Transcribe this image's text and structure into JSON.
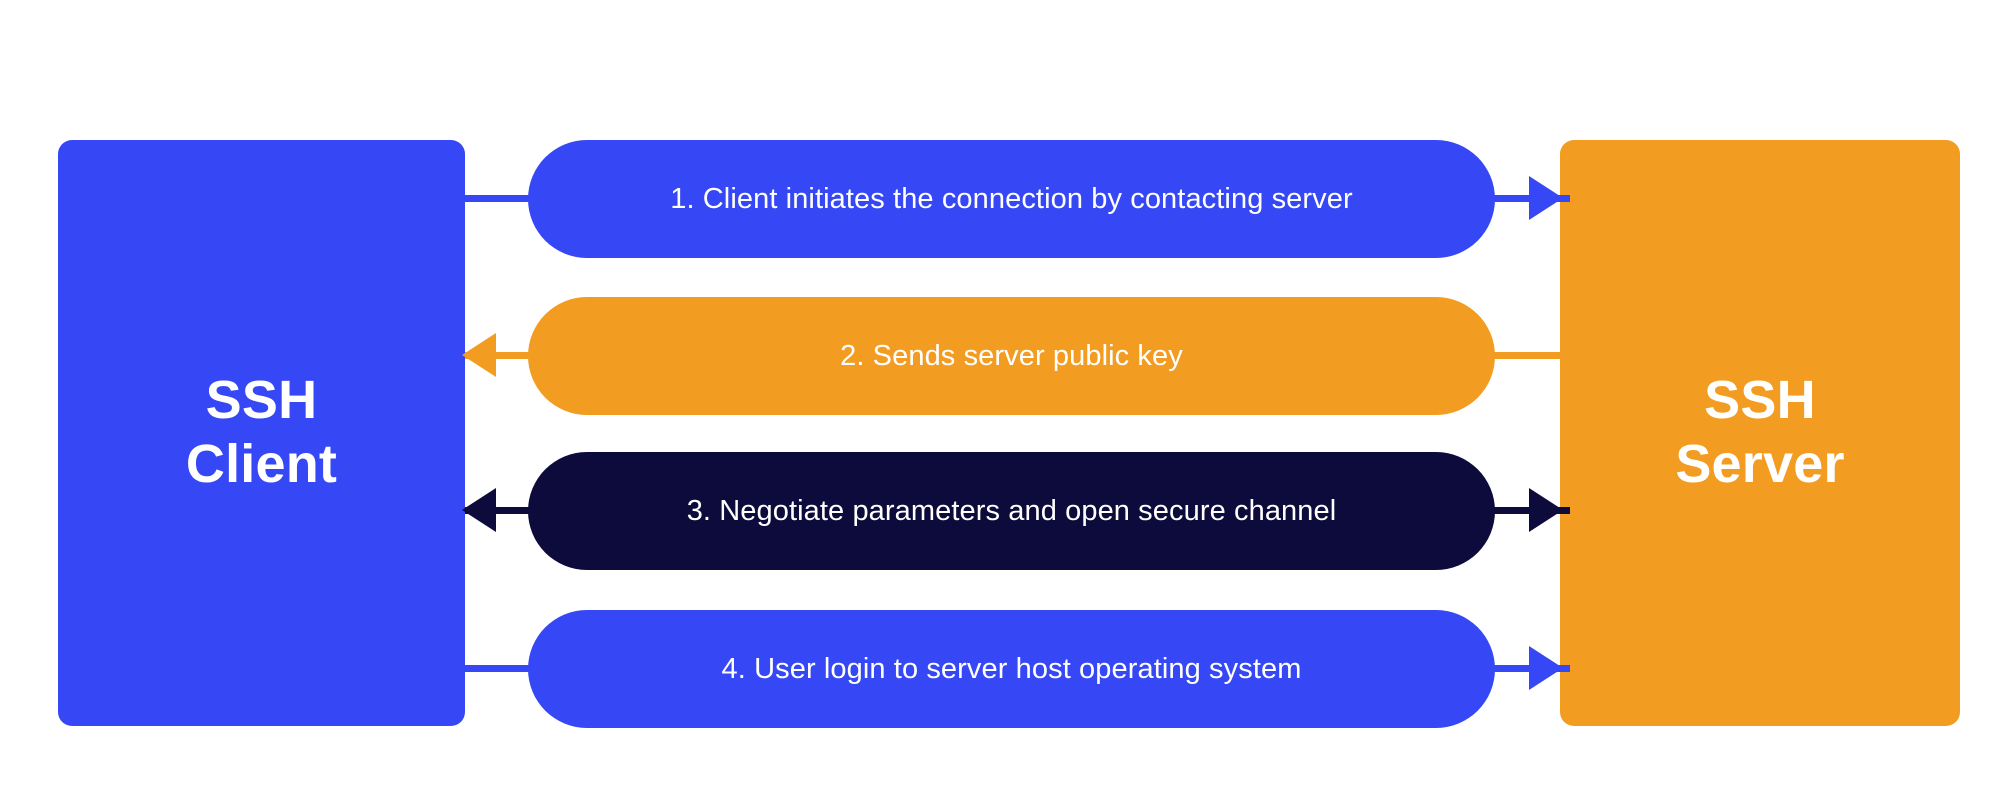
{
  "diagram": {
    "title": "SSH Client and SSH Server connection handshake flow",
    "type": "sequence-flow",
    "background_color": "#ffffff",
    "palette": {
      "blue": "#3648F5",
      "orange": "#F39C22",
      "navy": "#0D0B3C",
      "text_on_fill": "#ffffff"
    }
  },
  "endpoints": {
    "client": {
      "label": "SSH\nClient",
      "line_1": "SSH",
      "line_2": "Client",
      "color": "#3648F5"
    },
    "server": {
      "label": "SSH\nServer",
      "line_1": "SSH",
      "line_2": "Server",
      "color": "#F39C22"
    }
  },
  "steps": [
    {
      "number": "1",
      "text": "1. Client initiates the connection by contacting server",
      "color": "#3648F5",
      "direction": "client-to-server",
      "arrow_left": false,
      "arrow_right": true
    },
    {
      "number": "2",
      "text": "2. Sends server public key",
      "color": "#F39C22",
      "direction": "server-to-client",
      "arrow_left": true,
      "arrow_right": false
    },
    {
      "number": "3",
      "text": "3. Negotiate parameters and open secure channel",
      "color": "#0D0B3C",
      "direction": "bidirectional",
      "arrow_left": true,
      "arrow_right": true
    },
    {
      "number": "4",
      "text": "4. User login to server host operating system",
      "color": "#3648F5",
      "direction": "client-to-server",
      "arrow_left": false,
      "arrow_right": true
    }
  ]
}
